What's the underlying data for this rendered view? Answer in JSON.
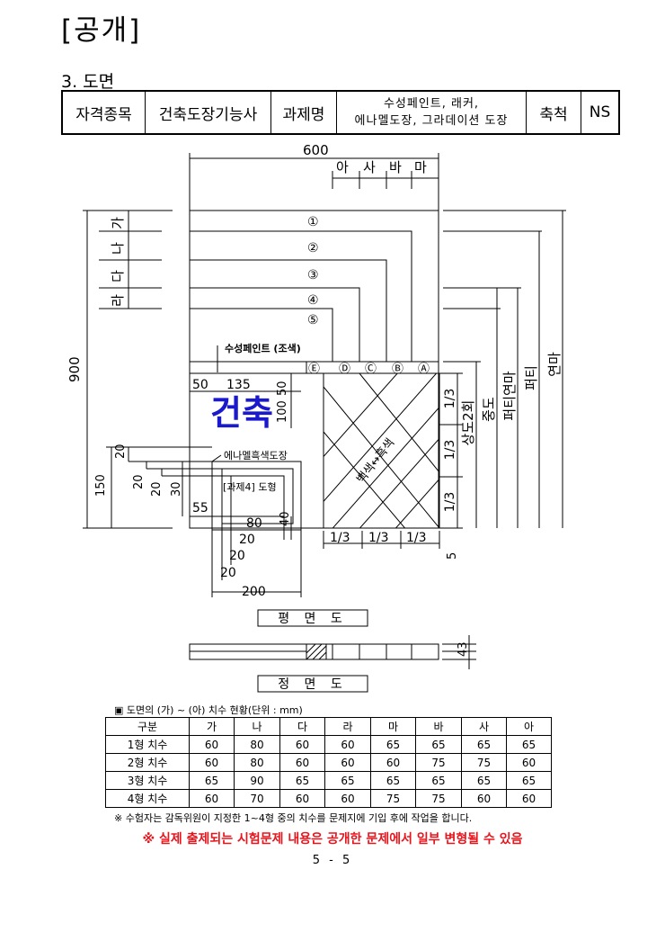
{
  "header": {
    "title": "[공개]",
    "section": "3. 도면"
  },
  "info_table": {
    "c1": "자격종목",
    "c2": "건축도장기능사",
    "c3": "과제명",
    "task_line1": "수성페인트, 래커,",
    "task_line2": "에나멜도장, 그라데이션 도장",
    "c5": "축척",
    "c6": "NS"
  },
  "drawing": {
    "dim_600": "600",
    "dim_900": "900",
    "top_letters": [
      "아",
      "사",
      "바",
      "마"
    ],
    "left_letters": [
      "가",
      "나",
      "다",
      "라"
    ],
    "circled_numbers": [
      "①",
      "②",
      "③",
      "④",
      "⑤"
    ],
    "circled_letters": [
      "Ⓔ",
      "Ⓓ",
      "Ⓒ",
      "Ⓑ",
      "Ⓐ"
    ],
    "water_paint_label": "수성페인트 (조색)",
    "big_text": "건축",
    "dim_50": "50",
    "dim_135": "135",
    "dim_50b": "50",
    "dim_100": "100",
    "enamel_label": "에나멜흑색도장",
    "task_box_label": "[과제4] 도형",
    "dim_20a": "20",
    "dim_20b": "20",
    "dim_20c": "20",
    "dim_30": "30",
    "dim_150": "150",
    "dim_55": "55",
    "dim_80": "80",
    "dim_40": "40",
    "dim_20d": "20",
    "dim_20e": "20",
    "dim_20f": "20",
    "dim_200": "200",
    "thirds": [
      "1/3",
      "1/3",
      "1/3"
    ],
    "gradient_label": "백색↔흑색",
    "right_labels": [
      "상도2회",
      "중도",
      "퍼티연마",
      "퍼티",
      "연마"
    ],
    "plan_label": "평 면 도",
    "front_label": "정 면 도",
    "dim_5": "5",
    "dim_43": "43"
  },
  "dims_table": {
    "legend": "▣  도면의 (가) ~ (아) 치수 현황(단위 : mm)",
    "headers": [
      "구분",
      "가",
      "나",
      "다",
      "라",
      "마",
      "바",
      "사",
      "아"
    ],
    "rows": [
      [
        "1형 치수",
        "60",
        "80",
        "60",
        "60",
        "65",
        "65",
        "65",
        "65"
      ],
      [
        "2형 치수",
        "60",
        "80",
        "60",
        "60",
        "60",
        "75",
        "75",
        "60"
      ],
      [
        "3형 치수",
        "65",
        "90",
        "65",
        "65",
        "65",
        "65",
        "65",
        "65"
      ],
      [
        "4형 치수",
        "60",
        "70",
        "60",
        "60",
        "75",
        "75",
        "60",
        "60"
      ]
    ]
  },
  "note": "※  수험자는 감독위원이 지정한 1~4형 중의 치수를 문제지에 기입 후에 작업을 합니다.",
  "warning": "※ 실제 출제되는 시험문제 내용은 공개한 문제에서 일부 변형될 수 있음",
  "page_number": "5 - 5",
  "colors": {
    "blue": "#1a1acc",
    "red": "#e8141c"
  }
}
